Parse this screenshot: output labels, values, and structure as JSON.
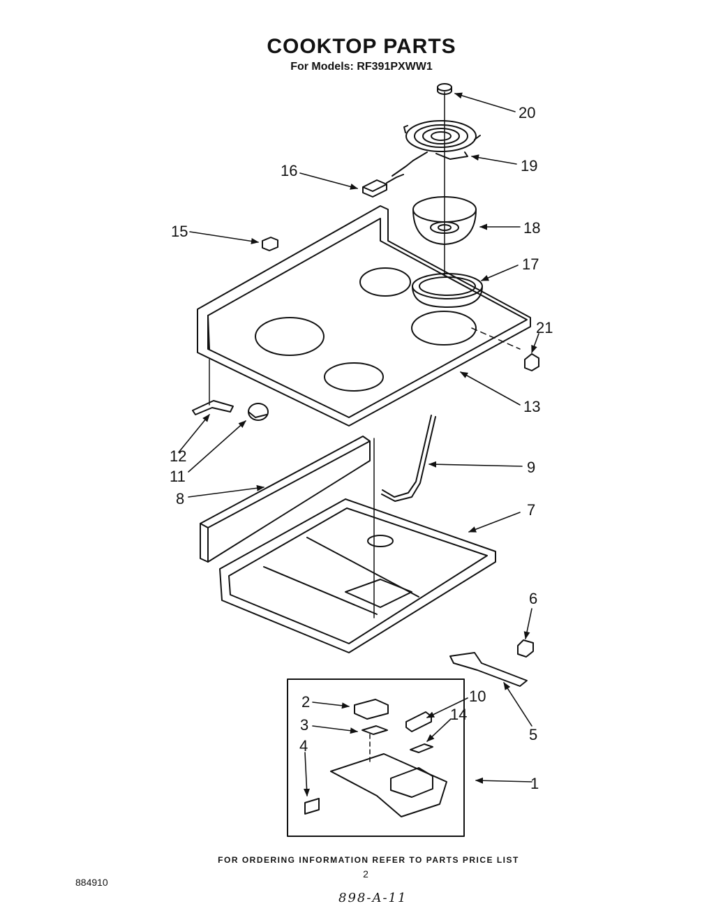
{
  "header": {
    "title": "COOKTOP PARTS",
    "subtitle": "For Models: RF391PXWW1"
  },
  "parts": {
    "callouts": [
      "20",
      "19",
      "16",
      "18",
      "15",
      "17",
      "21",
      "13",
      "12",
      "11",
      "9",
      "8",
      "7",
      "6",
      "2",
      "10",
      "3",
      "14",
      "4",
      "5",
      "1"
    ]
  },
  "footer": {
    "ordering_note": "FOR ORDERING INFORMATION REFER TO PARTS PRICE LIST",
    "page_number": "2",
    "doc_code": "884910",
    "handwritten_code": "898-A-11"
  },
  "colors": {
    "ink": "#111111",
    "background": "#ffffff"
  }
}
